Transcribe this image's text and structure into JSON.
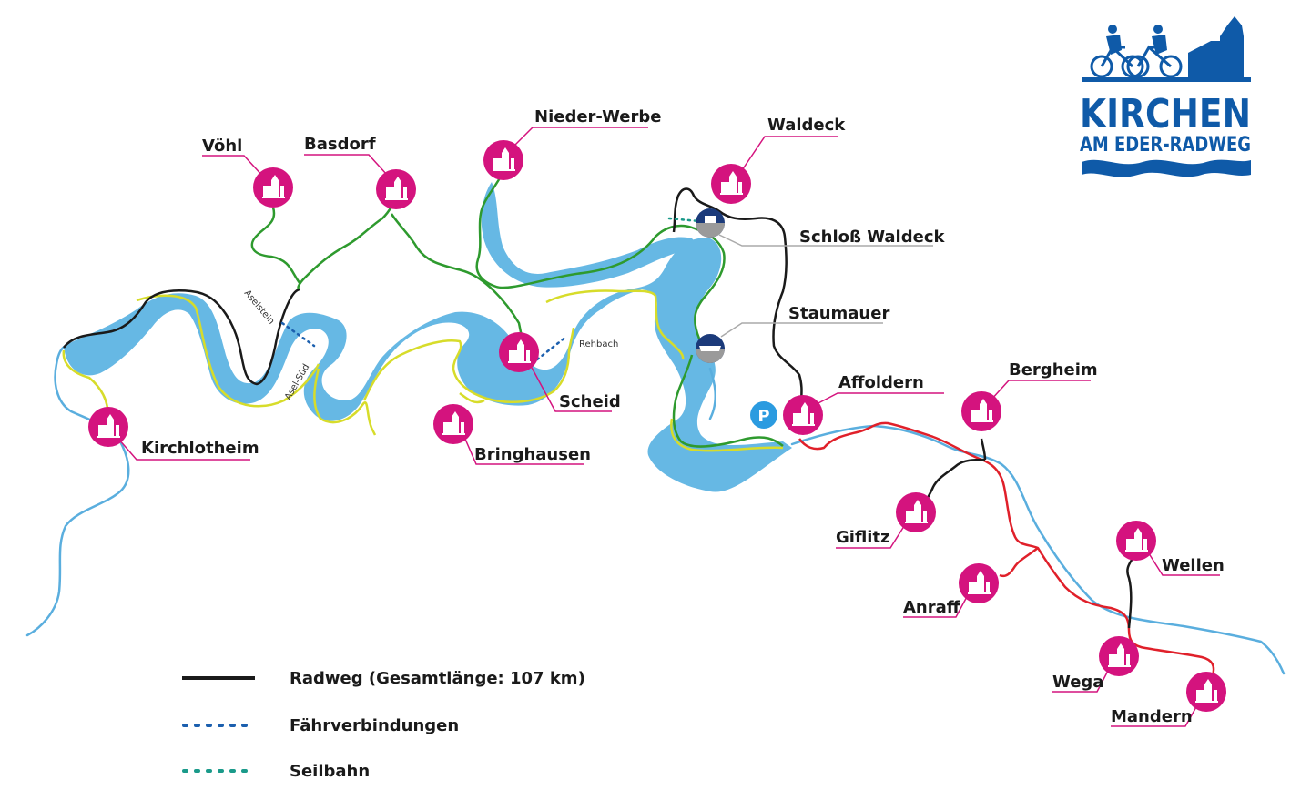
{
  "logo": {
    "line1": "KIRCHEN",
    "line2": "AM EDER-RADWEG",
    "color": "#0f5aa8"
  },
  "colors": {
    "water": "#66b8e4",
    "river": "#5aaede",
    "route_black": "#1a1a1a",
    "route_green": "#2e9a2e",
    "route_yellow": "#d7dc2a",
    "route_red": "#e0202a",
    "church": "#d4137e",
    "label_line": "#d4137e",
    "ferry": "#1b5fae",
    "cable": "#1a9a8a",
    "parking": "#2b9be0"
  },
  "places": [
    {
      "name": "Vöhl",
      "icon": "church-icon"
    },
    {
      "name": "Basdorf",
      "icon": "church-icon"
    },
    {
      "name": "Nieder-Werbe",
      "icon": "church-icon"
    },
    {
      "name": "Waldeck",
      "icon": "church-icon"
    },
    {
      "name": "Kirchlotheim",
      "icon": "church-icon"
    },
    {
      "name": "Scheid",
      "icon": "church-icon"
    },
    {
      "name": "Bringhausen",
      "icon": "church-icon"
    },
    {
      "name": "Affoldern",
      "icon": "church-icon"
    },
    {
      "name": "Bergheim",
      "icon": "church-icon"
    },
    {
      "name": "Giflitz",
      "icon": "church-icon"
    },
    {
      "name": "Anraff",
      "icon": "church-icon"
    },
    {
      "name": "Wellen",
      "icon": "church-icon"
    },
    {
      "name": "Wega",
      "icon": "church-icon"
    },
    {
      "name": "Mandern",
      "icon": "church-icon"
    }
  ],
  "landmarks": [
    {
      "name": "Schloß Waldeck",
      "icon": "castle-icon"
    },
    {
      "name": "Staumauer",
      "icon": "dam-icon"
    }
  ],
  "small_labels": {
    "aselstein": "Aselstein",
    "asel_sued": "Asel-Süd",
    "rehbach": "Rehbach"
  },
  "parking": "P",
  "legend": [
    {
      "label": "Radweg (Gesamtlänge: 107 km)",
      "style": "solid-black-line"
    },
    {
      "label": "Fährverbindungen",
      "style": "dotted-blue-line"
    },
    {
      "label": "Seilbahn",
      "style": "dotted-teal-line"
    }
  ]
}
